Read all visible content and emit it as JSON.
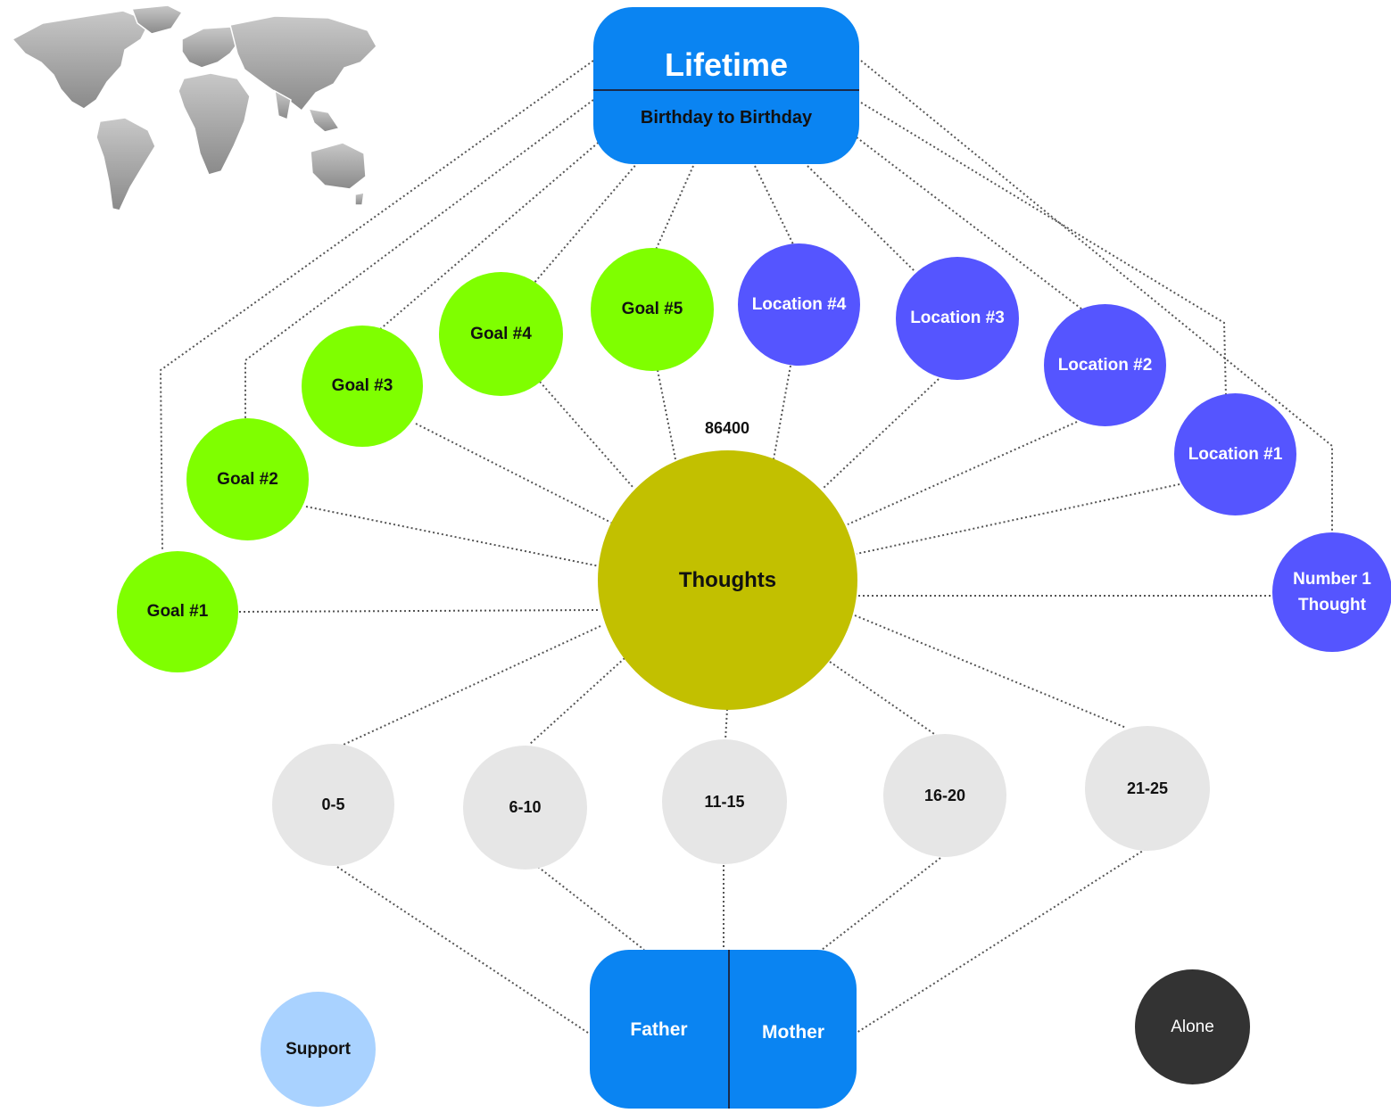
{
  "header": {
    "title": "Lifetime",
    "subtitle": "Birthday to Birthday"
  },
  "center": {
    "label": "Thoughts",
    "count": "86400"
  },
  "goals": [
    "Goal #1",
    "Goal #2",
    "Goal #3",
    "Goal #4",
    "Goal #5"
  ],
  "locations": [
    "Location #4",
    "Location #3",
    "Location #2",
    "Location #1"
  ],
  "number_one": [
    "Number 1",
    "Thought"
  ],
  "ages": [
    "0-5",
    "6-10",
    "11-15",
    "16-20",
    "21-25"
  ],
  "parents": {
    "father": "Father",
    "mother": "Mother"
  },
  "support": "Support",
  "alone": "Alone",
  "colors": {
    "goal": "#7fff00",
    "location": "#5555ff",
    "age": "#e6e6e6",
    "thoughts": "#c2c000",
    "box": "#0a84f2",
    "support": "#a9d2ff",
    "alone": "#333333",
    "map": "#9a9a9a"
  },
  "icons": {
    "map": "world-map-icon"
  }
}
